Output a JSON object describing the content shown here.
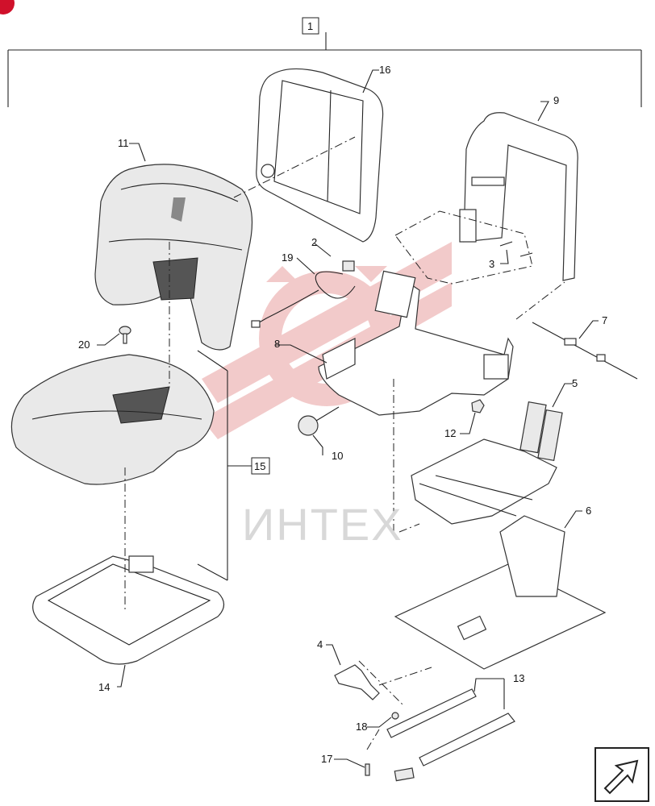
{
  "callouts": {
    "c1": "1",
    "c2": "2",
    "c3": "3",
    "c4": "4",
    "c5": "5",
    "c6": "6",
    "c7": "7",
    "c8": "8",
    "c9": "9",
    "c10": "10",
    "c11": "11",
    "c12": "12",
    "c13": "13",
    "c14": "14",
    "c15": "15",
    "c16": "16",
    "c17": "17",
    "c18": "18",
    "c19": "19",
    "c20": "20"
  },
  "watermark": {
    "text": "ИНТЕХ",
    "color": "#e8a0a0"
  },
  "colors": {
    "line": "#222222",
    "accent": "#d0112b"
  },
  "icons": {
    "nav": "next-page-arrow-icon"
  }
}
